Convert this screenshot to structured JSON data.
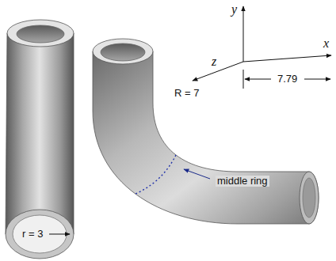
{
  "diagram": {
    "labels": [
      "y",
      "x",
      "z",
      "7.79",
      "R = 7",
      "r = 3",
      "middle ring"
    ]
  }
}
